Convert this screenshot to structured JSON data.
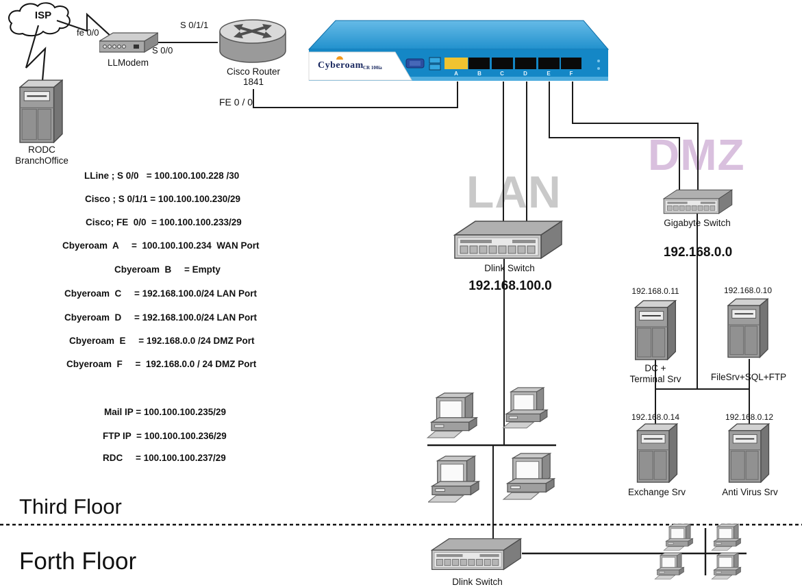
{
  "wan": {
    "isp_label": "ISP",
    "if_fe00": "fe 0/0",
    "if_s011": "S 0/1/1",
    "if_s00": "S 0/0",
    "if_fe0_0": "FE 0 / 0",
    "modem_label": "LLModem",
    "router_line1": "Cisco Router",
    "router_line2": "1841",
    "rodc_line1": "RODC",
    "rodc_line2": "BranchOffice"
  },
  "cyberoam": {
    "brand": "Cyberoam",
    "model": "CR 100ia",
    "ports": [
      "A",
      "B",
      "C",
      "D",
      "E",
      "F"
    ]
  },
  "config_notes": [
    "LLine ; S 0/0   = 100.100.100.228 /30",
    "Cisco ; S 0/1/1 = 100.100.100.230/29",
    "Cisco; FE  0/0  = 100.100.100.233/29",
    "Cbyeroam  A     =  100.100.100.234  WAN Port",
    "Cbyeroam  B     = Empty",
    "Cbyeroam  C     = 192.168.100.0/24 LAN Port",
    "Cbyeroam  D     = 192.168.100.0/24 LAN Port",
    "Cbyeroam  E     = 192.168.0.0 /24 DMZ Port",
    "Cbyeroam  F     =  192.168.0.0 / 24 DMZ Port",
    "Mail IP = 100.100.100.235/29",
    "FTP IP  = 100.100.100.236/29",
    "RDC     = 100.100.100.237/29"
  ],
  "lan": {
    "watermark": "LAN",
    "switch_label": "Dlink Switch",
    "network": "192.168.100.0"
  },
  "dmz": {
    "watermark": "DMZ",
    "switch_label": "Gigabyte Switch",
    "network": "192.168.0.0",
    "servers": [
      {
        "ip": "192.168.0.11",
        "line1": "DC +",
        "line2": "Terminal Srv"
      },
      {
        "ip": "192.168.0.10",
        "line1": "FileSrv+SQL+FTP"
      },
      {
        "ip": "192.168.0.14",
        "line1": "Exchange Srv"
      },
      {
        "ip": "192.168.0.12",
        "line1": "Anti Virus Srv"
      }
    ]
  },
  "floors": {
    "third": "Third Floor",
    "fourth": "Forth Floor",
    "bottom_switch_label": "Dlink Switch"
  },
  "colors": {
    "appliance_blue": "#1487c6",
    "port_a_yellow": "#f0c330",
    "lan_watermark": "#c9c9c9",
    "dmz_watermark": "#d9c0de",
    "wire": "#1a1a1a"
  }
}
